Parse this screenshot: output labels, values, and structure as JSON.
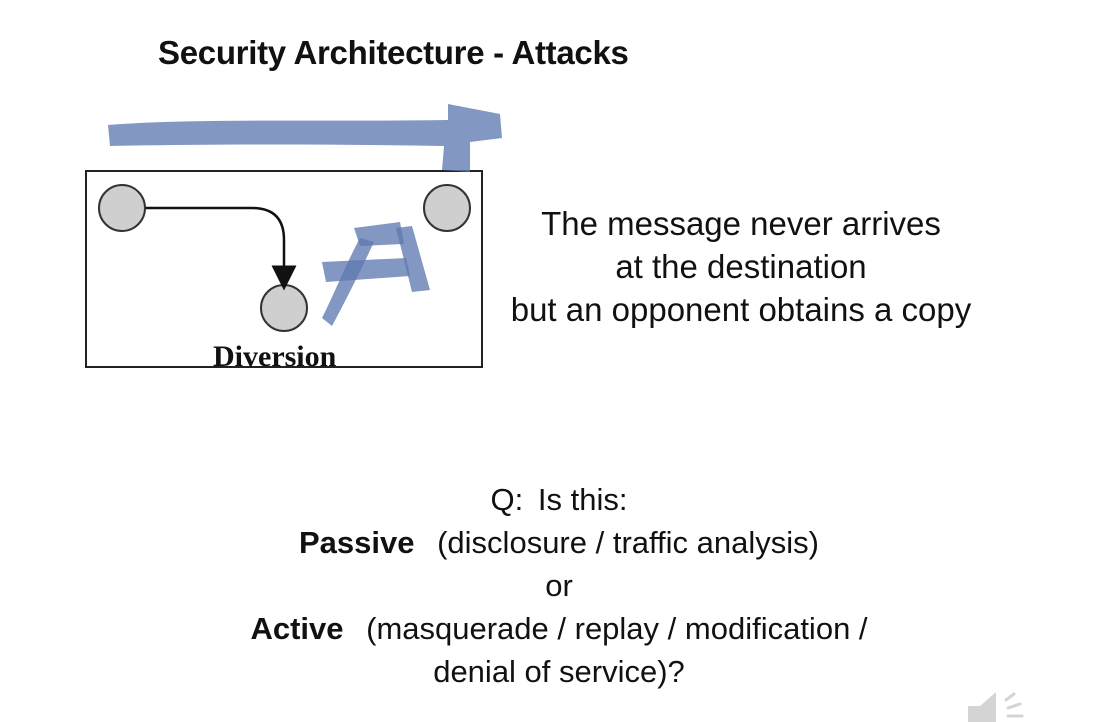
{
  "slide": {
    "title": "Security Architecture - Attacks",
    "diagram_label": "Diversion",
    "description": [
      "The message never arrives",
      "at the destination",
      "but an opponent obtains a copy"
    ],
    "question": {
      "prefix": "Q:",
      "intro": "Is this:",
      "passive_label": "Passive",
      "passive_examples": "(disclosure / traffic analysis)",
      "or": "or",
      "active_label": "Active",
      "active_examples_line1": "(masquerade / replay / modification /",
      "active_examples_line2": "denial of service)?"
    }
  },
  "icons": {
    "speaker": "speaker-icon"
  },
  "colors": {
    "annotation": "#6f86b8",
    "node_fill": "#cfcfcf"
  }
}
